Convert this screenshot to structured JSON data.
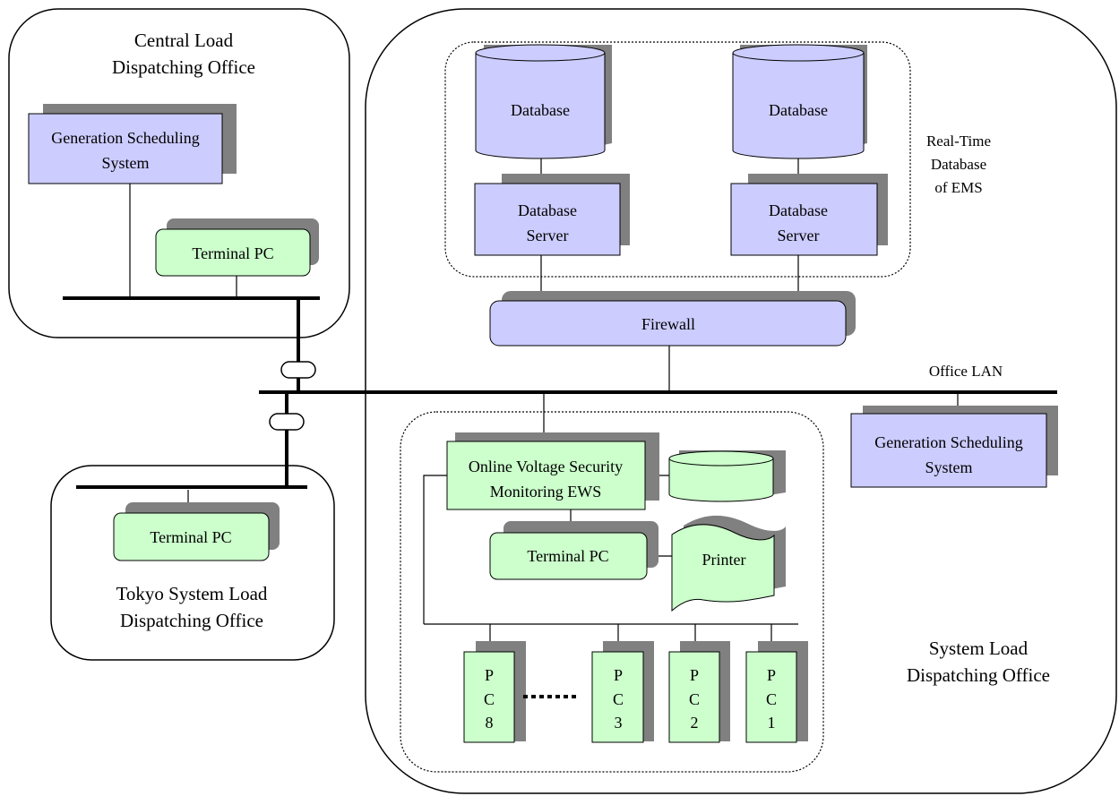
{
  "colors": {
    "lavender": "#ccccff",
    "green": "#ccffcc",
    "shadow": "#808080",
    "line": "#000000"
  },
  "regions": {
    "central": {
      "line1": "Central Load",
      "line2": "Dispatching Office"
    },
    "tokyo": {
      "line1": "Tokyo System Load",
      "line2": "Dispatching Office"
    },
    "system": {
      "line1": "System Load",
      "line2": "Dispatching Office"
    },
    "realtime": {
      "line1": "Real-Time",
      "line2": "Database",
      "line3": "of EMS"
    },
    "office_lan": "Office LAN"
  },
  "nodes": {
    "central_gen_sched": {
      "line1": "Generation Scheduling",
      "line2": "System"
    },
    "central_terminal": "Terminal PC",
    "tokyo_terminal": "Terminal PC",
    "db_left": "Database",
    "db_right": "Database",
    "dbserver_left": {
      "line1": "Database",
      "line2": "Server"
    },
    "dbserver_right": {
      "line1": "Database",
      "line2": "Server"
    },
    "firewall": "Firewall",
    "gen_sched_right": {
      "line1": "Generation Scheduling",
      "line2": "System"
    },
    "ews": {
      "line1": "Online Voltage Security",
      "line2": "Monitoring EWS"
    },
    "terminal_system": "Terminal PC",
    "printer": "Printer",
    "pcs": [
      {
        "c1": "P",
        "c2": "C",
        "c3": "8"
      },
      {
        "c1": "P",
        "c2": "C",
        "c3": "3"
      },
      {
        "c1": "P",
        "c2": "C",
        "c3": "2"
      },
      {
        "c1": "P",
        "c2": "C",
        "c3": "1"
      }
    ]
  }
}
